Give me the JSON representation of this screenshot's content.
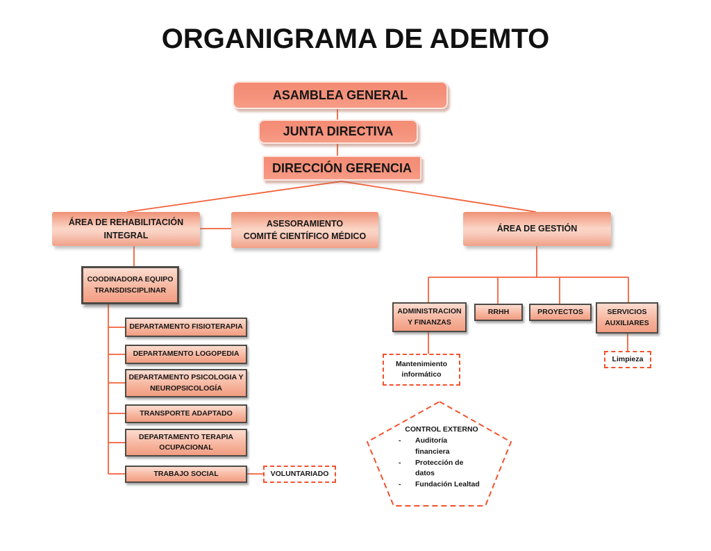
{
  "title": "ORGANIGRAMA DE ADEMTO",
  "colors": {
    "box_fill_salmon": "#f5917b",
    "box_fill_light": "#fbd7c9",
    "connector_line": "#f2613a",
    "dashed_border": "#f4512c",
    "dark_border": "#4c4a45",
    "text": "#161616",
    "background": "#ffffff"
  },
  "nodes": {
    "asamblea": "ASAMBLEA GENERAL",
    "junta": "JUNTA DIRECTIVA",
    "direccion": "DIRECCIÓN GERENCIA",
    "area_rehabilitacion": "ÁREA DE REHABILITACIÓN\nINTEGRAL",
    "asesoramiento": "ASESORAMIENTO\nCOMITÉ CIENTÍFICO MÉDICO",
    "area_gestion": "ÁREA DE GESTIÓN",
    "coodinadora": "COODINADORA EQUIPO\nTRANSDISCIPLINAR",
    "fisioterapia": "DEPARTAMENTO FISIOTERAPIA",
    "logopedia": "DEPARTAMENTO LOGOPEDIA",
    "psicologia": "DEPARTAMENTO PSICOLOGIA Y\nNEUROPSICOLOGÍA",
    "transporte": "TRANSPORTE ADAPTADO",
    "terapia_ocupacional": "DEPARTAMENTO TERAPIA\nOCUPACIONAL",
    "trabajo_social": "TRABAJO SOCIAL",
    "voluntariado": "VOLUNTARIADO",
    "administracion": "ADMINISTRACION\nY FINANZAS",
    "rrhh": "RRHH",
    "proyectos": "PROYECTOS",
    "servicios_auxiliares": "SERVICIOS\nAUXILIARES",
    "mantenimiento": "Mantenimiento\ninformático",
    "limpieza": "Limpieza"
  },
  "pentagon": {
    "title": "CONTROL EXTERNO",
    "dash": "-",
    "items": [
      "Auditoría\nfinanciera",
      "Protección de\ndatos",
      "Fundación Lealtad"
    ]
  }
}
